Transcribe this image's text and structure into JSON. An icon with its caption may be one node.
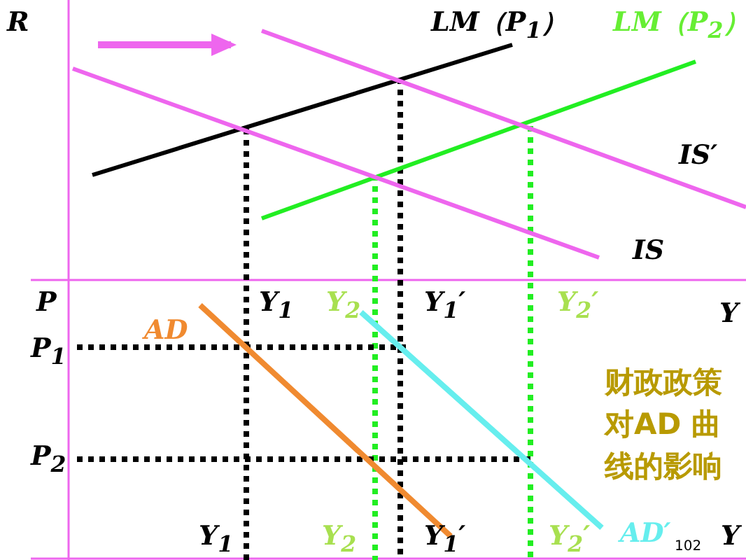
{
  "diagram": {
    "labels": [
      "R",
      "LM（P$_{1}$）",
      "LM（P$_{2}$）",
      "IS′",
      "IS",
      "P",
      "Y$_{1}$",
      "Y$_{2}$",
      "Y$_{1}$′",
      "Y$_{2}$′",
      "Y",
      "AD",
      "P$_{1}$",
      "财政政策对AD 曲线的影响",
      "P$_{2}$",
      "Y$_{1}$",
      "Y$_{2}$",
      "Y$_{1}$′",
      "Y$_{2}$′",
      "AD′",
      "102",
      "Y"
    ]
  }
}
